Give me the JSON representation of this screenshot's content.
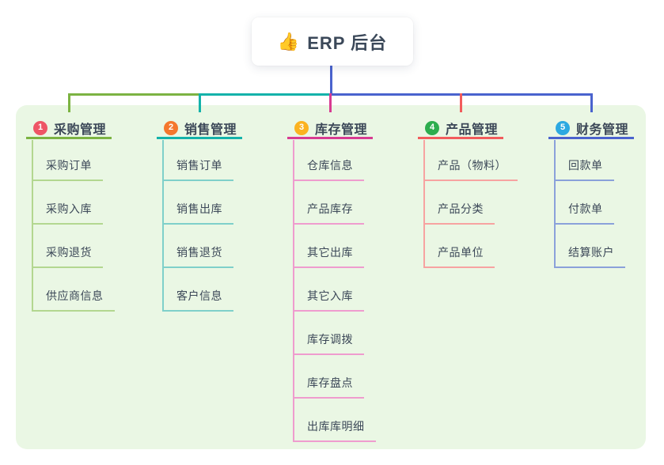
{
  "title_card": {
    "icon": "👍",
    "title": "ERP 后台"
  },
  "colors": {
    "stem": "#4a63ce",
    "panel_bg": "#eaf7e4",
    "text": "#3c4858",
    "card_bg": "#ffffff"
  },
  "branches": [
    {
      "num": "1",
      "label": "采购管理",
      "badge_color": "#ee5566",
      "line_color": "#7cb342",
      "child_line_color": "#b3d790",
      "children": [
        "采购订单",
        "采购入库",
        "采购退货",
        "供应商信息"
      ]
    },
    {
      "num": "2",
      "label": "销售管理",
      "badge_color": "#f5772d",
      "line_color": "#14b2aa",
      "child_line_color": "#7fd0ca",
      "children": [
        "销售订单",
        "销售出库",
        "销售退货",
        "客户信息"
      ]
    },
    {
      "num": "3",
      "label": "库存管理",
      "badge_color": "#fbb220",
      "line_color": "#d83b92",
      "child_line_color": "#ef9cce",
      "children": [
        "仓库信息",
        "产品库存",
        "其它出库",
        "其它入库",
        "库存调拨",
        "库存盘点",
        "出库库明细"
      ]
    },
    {
      "num": "4",
      "label": "产品管理",
      "badge_color": "#2dad4e",
      "line_color": "#f25c5c",
      "child_line_color": "#f7a3a1",
      "children": [
        "产品（物料）",
        "产品分类",
        "产品单位"
      ]
    },
    {
      "num": "5",
      "label": "财务管理",
      "badge_color": "#2ca9e1",
      "line_color": "#4a63ce",
      "child_line_color": "#8aa1da",
      "children": [
        "回款单",
        "付款单",
        "结算账户"
      ]
    }
  ]
}
